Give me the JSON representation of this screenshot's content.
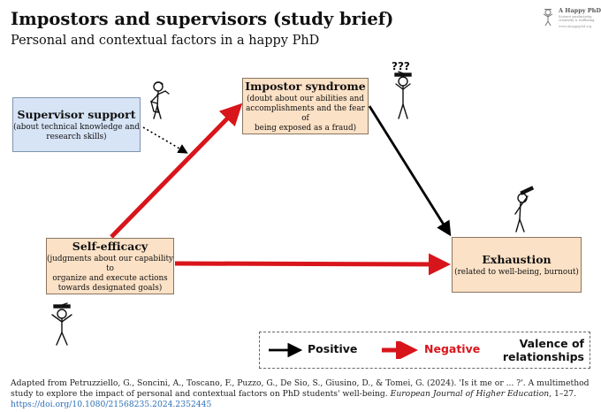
{
  "header": {
    "title": "Impostors and supervisors (study brief)",
    "subtitle": "Personal and contextual factors in a happy PhD"
  },
  "logo": {
    "name": "A Happy PhD",
    "tagline": "Science productivity, creativity & wellbeing",
    "url": "www.ahappyphd.org"
  },
  "nodes": {
    "supervisor": {
      "title": "Supervisor support",
      "desc": [
        "(about technical knowledge and",
        "research skills)"
      ],
      "color": "#d6e4f6"
    },
    "impostor": {
      "title": "Impostor syndrome",
      "desc": [
        "(doubt about our abilities and",
        "accomplishments and the fear of",
        "being exposed as a fraud)"
      ],
      "color": "#fbe1c6"
    },
    "selfefficacy": {
      "title": "Self-efficacy",
      "desc": [
        "(judgments about our capability to",
        "organize and execute actions",
        "towards designated goals)"
      ],
      "color": "#fbe1c6"
    },
    "exhaustion": {
      "title": "Exhaustion",
      "desc": [
        "(related to well-being, burnout)"
      ],
      "color": "#fbe1c6"
    }
  },
  "relationships": [
    {
      "from": "selfefficacy",
      "to": "impostor",
      "valence": "negative"
    },
    {
      "from": "selfefficacy",
      "to": "exhaustion",
      "valence": "negative"
    },
    {
      "from": "impostor",
      "to": "exhaustion",
      "valence": "positive"
    },
    {
      "from": "supervisor",
      "to": "selfefficacy-impostor link",
      "valence": "moderation (dotted)"
    }
  ],
  "figures": {
    "impostor_marks": "???"
  },
  "legend": {
    "positive_label": "Positive",
    "negative_label": "Negative",
    "title_line1": "Valence of",
    "title_line2": "relationships",
    "positive_color": "#000000",
    "negative_color": "#d8151b"
  },
  "citation": {
    "prefix": "Adapted from Petruzziello, G., Soncini, A., Toscano, F., Puzzo, G., De Sio, S., Giusino, D., & Tomei, G. (2024). 'Is it me or ... ?'. A multimethod study to explore the impact of personal and contextual factors on PhD students' well-being. ",
    "journal": "European Journal of Higher Education",
    "pages": ", 1–27. ",
    "doi": "https://doi.org/10.1080/21568235.2024.2352445"
  }
}
